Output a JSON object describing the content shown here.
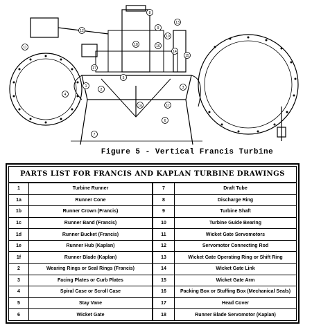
{
  "figure_caption": "Figure 5 - Vertical Francis Turbine",
  "callouts": [
    "1",
    "1a",
    "1c",
    "2",
    "3",
    "4",
    "5",
    "6",
    "7",
    "8",
    "9",
    "10",
    "11",
    "12",
    "13",
    "14",
    "15",
    "16",
    "17",
    "18"
  ],
  "parts_list": {
    "title": "PARTS LIST FOR FRANCIS AND KAPLAN TURBINE DRAWINGS",
    "left": [
      {
        "num": "1",
        "name": "Turbine Runner"
      },
      {
        "num": "1a",
        "name": "Runner Cone"
      },
      {
        "num": "1b",
        "name": "Runner Crown (Francis)"
      },
      {
        "num": "1c",
        "name": "Runner Band (Francis)"
      },
      {
        "num": "1d",
        "name": "Runner Bucket (Francis)"
      },
      {
        "num": "1e",
        "name": "Runner Hub (Kaplan)"
      },
      {
        "num": "1f",
        "name": "Runner Blade (Kaplan)"
      },
      {
        "num": "2",
        "name": "Wearing Rings or Seal Rings (Francis)"
      },
      {
        "num": "3",
        "name": "Facing Plates or Curb Plates"
      },
      {
        "num": "4",
        "name": "Spiral Case or Scroll Case"
      },
      {
        "num": "5",
        "name": "Stay Vane"
      },
      {
        "num": "6",
        "name": "Wicket Gate"
      }
    ],
    "right": [
      {
        "num": "7",
        "name": "Draft Tube"
      },
      {
        "num": "8",
        "name": "Discharge Ring"
      },
      {
        "num": "9",
        "name": "Turbine Shaft"
      },
      {
        "num": "10",
        "name": "Turbine Guide Bearing"
      },
      {
        "num": "11",
        "name": "Wicket Gate Servomotors"
      },
      {
        "num": "12",
        "name": "Servomotor Connecting Rod"
      },
      {
        "num": "13",
        "name": "Wicket Gate Operating Ring or Shift Ring"
      },
      {
        "num": "14",
        "name": "Wicket Gate Link"
      },
      {
        "num": "15",
        "name": "Wicket Gate Arm"
      },
      {
        "num": "16",
        "name": "Packing Box or Stuffing Box (Mechanical Seals)"
      },
      {
        "num": "17",
        "name": "Head Cover"
      },
      {
        "num": "18",
        "name": "Runner Blade Servomotor (Kaplan)"
      }
    ]
  }
}
